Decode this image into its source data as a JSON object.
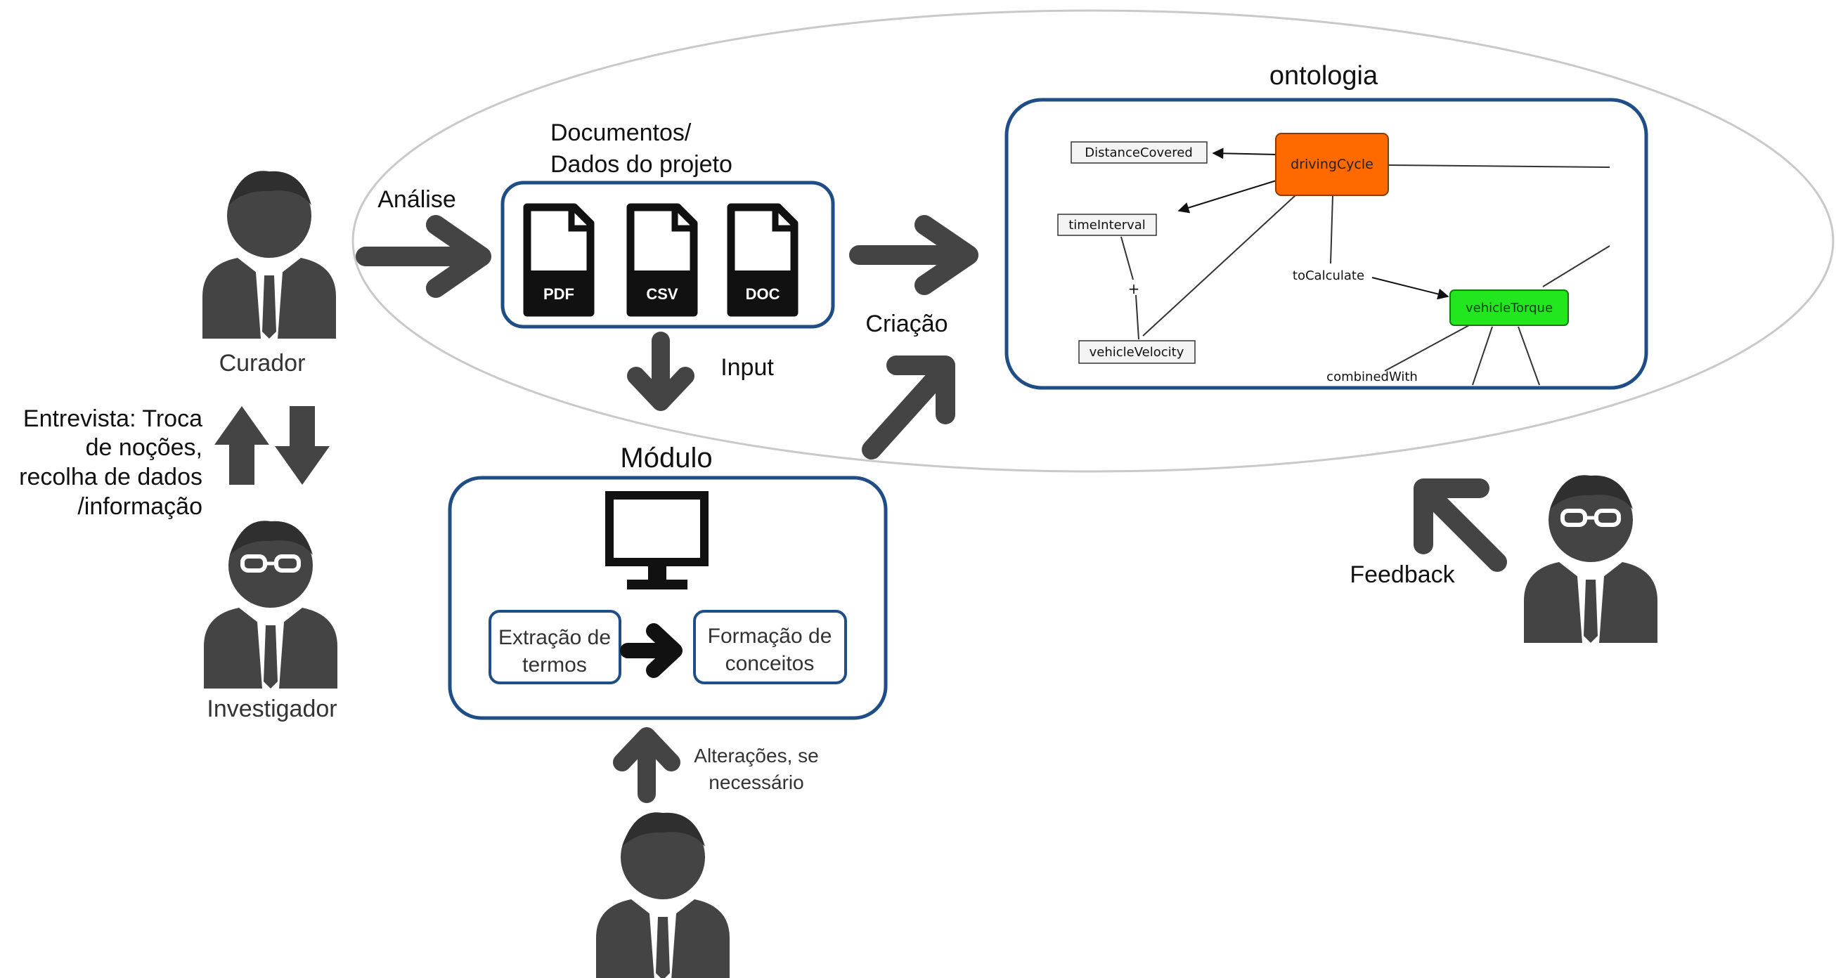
{
  "labels": {
    "analise": "Análise",
    "documentos_line1": "Documentos/",
    "documentos_line2": "Dados do projeto",
    "input": "Input",
    "criacao": "Criação",
    "ontologia": "ontologia",
    "modulo": "Módulo",
    "curador": "Curador",
    "investigador": "Investigador",
    "entrevista_line1": "Entrevista: Troca",
    "entrevista_line2": "de noções,",
    "entrevista_line3": "recolha de dados",
    "entrevista_line4": "/informação",
    "feedback": "Feedback",
    "alteracoes_line1": "Alterações, se",
    "alteracoes_line2": "necessário"
  },
  "file_types": [
    "PDF",
    "CSV",
    "DOC"
  ],
  "module_steps": {
    "extracao_line1": "Extração de",
    "extracao_line2": "termos",
    "formacao_line1": "Formação de",
    "formacao_line2": "conceitos"
  },
  "ontology": {
    "nodes": {
      "driving_cycle": "drivingCycle",
      "distance_covered": "DistanceCovered",
      "time_interval": "timeInterval",
      "vehicle_velocity": "vehicleVelocity",
      "vehicle_torque": "vehicleTorque"
    },
    "edges": {
      "to_calculate": "toCalculate",
      "combined_with": "combinedWith",
      "plus": "+"
    },
    "colors": {
      "driving_cycle": "#ff6a00",
      "vehicle_torque": "#22e61e",
      "frame": "#1f4e86"
    }
  }
}
